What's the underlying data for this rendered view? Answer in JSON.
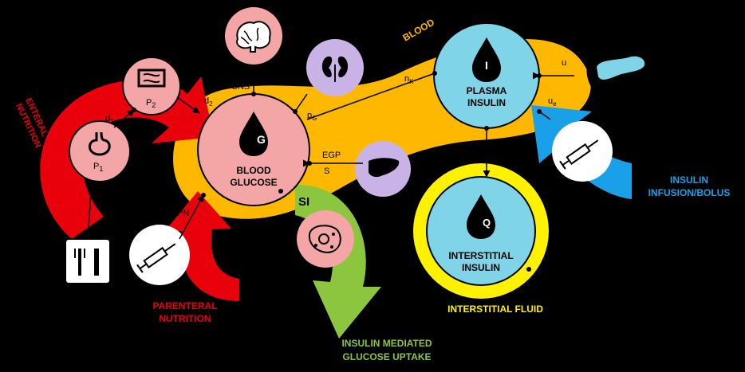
{
  "nodes": {
    "blood_glucose": {
      "line1": "BLOOD",
      "line2": "GLUCOSE",
      "symbol": "G"
    },
    "plasma_insulin": {
      "line1": "PLASMA",
      "line2": "INSULIN",
      "symbol": "I"
    },
    "interstitial_insulin": {
      "line1": "INTERSTITIAL",
      "line2": "INSULIN",
      "symbol": "Q"
    },
    "p1": {
      "label": "P",
      "sub": "1"
    },
    "p2": {
      "label": "P",
      "sub": "2"
    }
  },
  "labels": {
    "blood": "BLOOD",
    "enteral_1": "ENTERAL",
    "enteral_2": "NUTRITION",
    "parenteral_1": "PARENTERAL",
    "parenteral_2": "NUTRITION",
    "insulin_infusion_1": "INSULIN",
    "insulin_infusion_2": "INFUSION/BOLUS",
    "uptake_1": "INSULIN MEDIATED",
    "uptake_2": "GLUCOSE UPTAKE",
    "interstitial_fluid": "INTERSTITIAL FLUID",
    "si": "SI"
  },
  "edges": {
    "d1": {
      "label": "d",
      "sub": "1"
    },
    "d2": {
      "label": "d",
      "sub": "2"
    },
    "cns": {
      "label": "CNS"
    },
    "pg": {
      "label": "p",
      "sub": "G"
    },
    "nk": {
      "label": "n",
      "sub": "K"
    },
    "ue": {
      "label": "u",
      "sub": "e"
    },
    "u_top": {
      "label": "u"
    },
    "egp": {
      "label": "EGP"
    },
    "s": {
      "label": "S"
    },
    "pn": {
      "label": "PN"
    }
  },
  "icons": [
    "brain-icon",
    "kidney-icon",
    "liver-icon",
    "pancreas-icon",
    "cell-icon",
    "syringe-icon",
    "fork-knife-icon",
    "stomach-icon",
    "intestine-icon",
    "drop-icon"
  ],
  "colors": {
    "blood": "#FFB800",
    "glucose": "#F4A6A6",
    "insulin": "#7FD4E8",
    "interstitial": "#FFF200",
    "enteral": "#E8000B",
    "infusion": "#1AA0E8",
    "uptake": "#8CC63F",
    "organ": "#C9B3E6"
  }
}
